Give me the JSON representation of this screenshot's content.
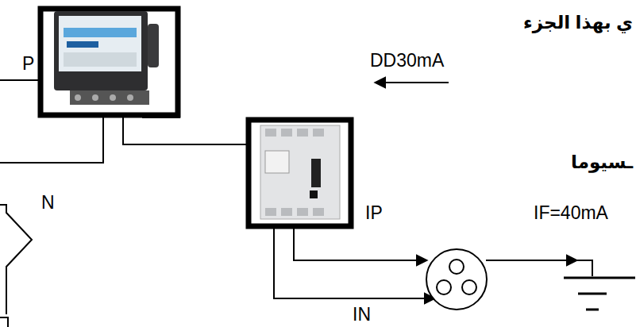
{
  "diagram": {
    "labels": [
      "ي بهذا الجزء",
      "P",
      "N",
      "DD30mA",
      "ـسيوما",
      "IP",
      "IF=40mA",
      "IN"
    ]
  }
}
